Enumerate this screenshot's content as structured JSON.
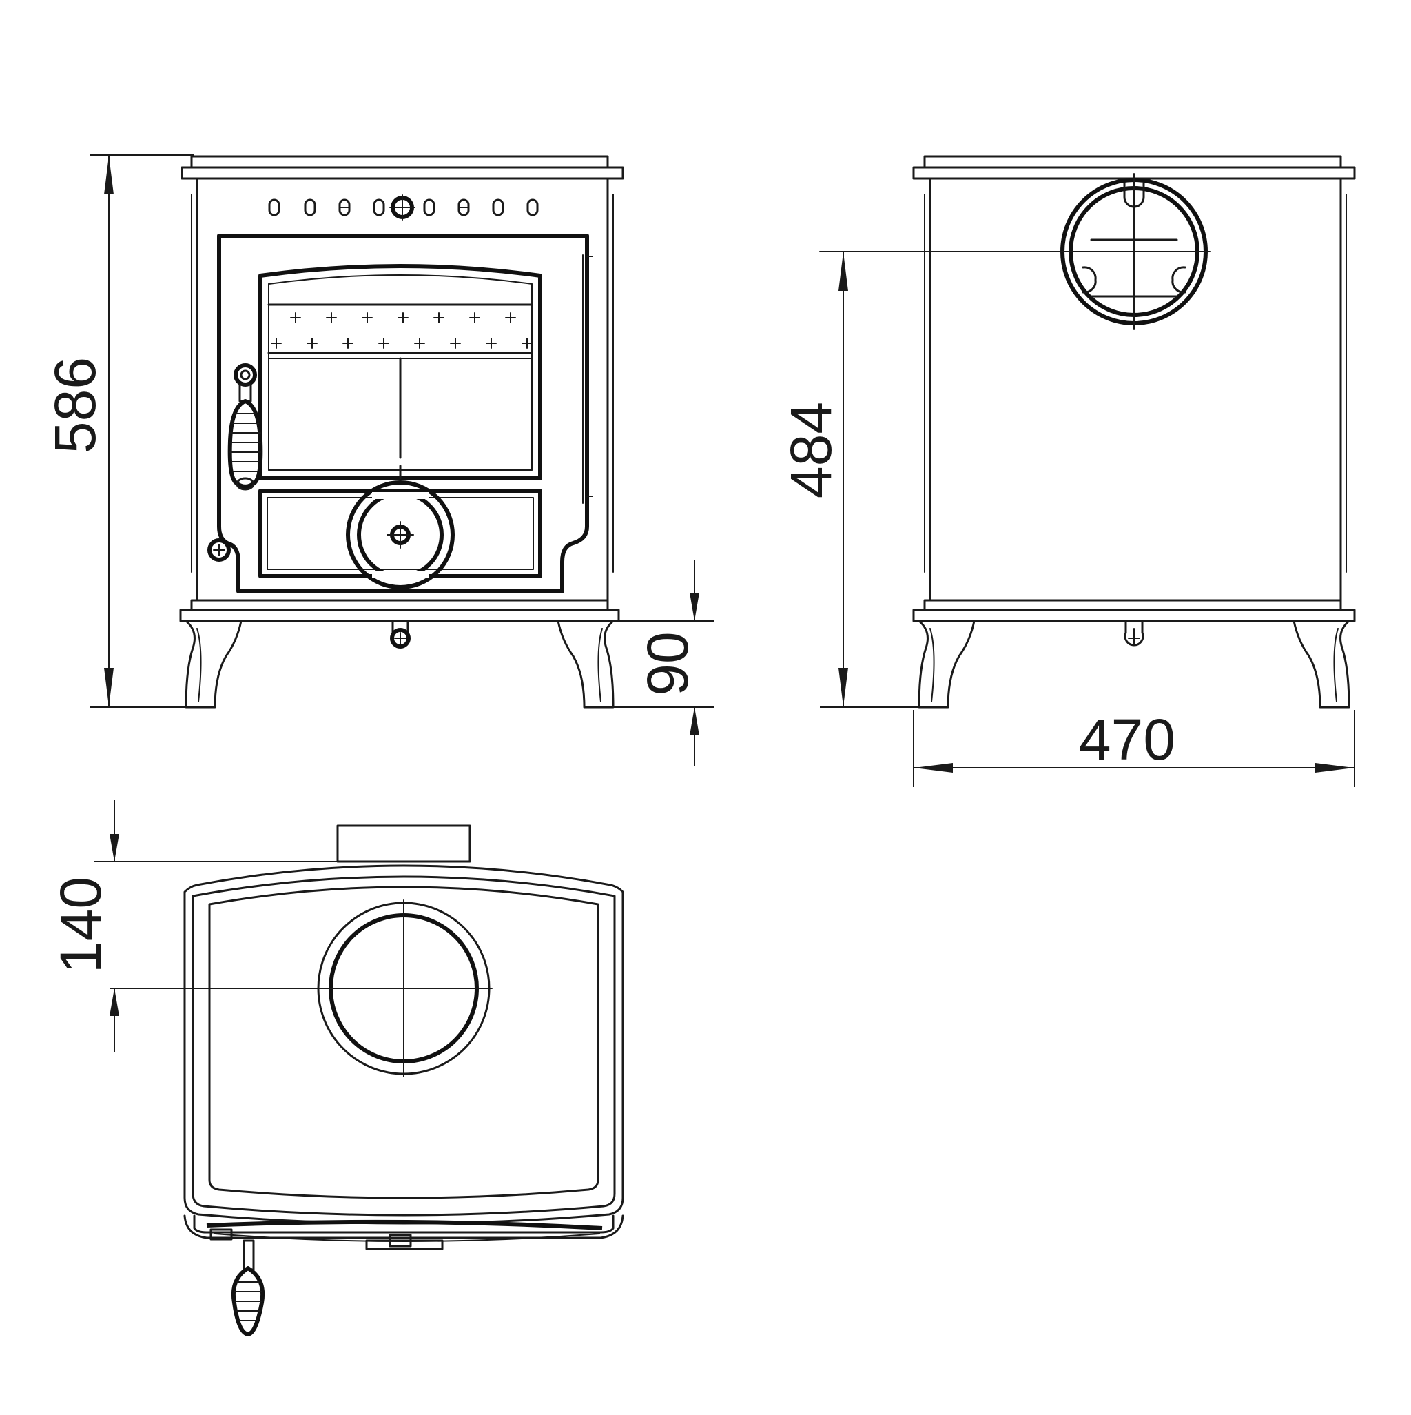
{
  "dimensions": {
    "height_total": "586",
    "leg_height": "90",
    "flue_centre_height": "484",
    "width": "470",
    "flue_offset": "140"
  }
}
